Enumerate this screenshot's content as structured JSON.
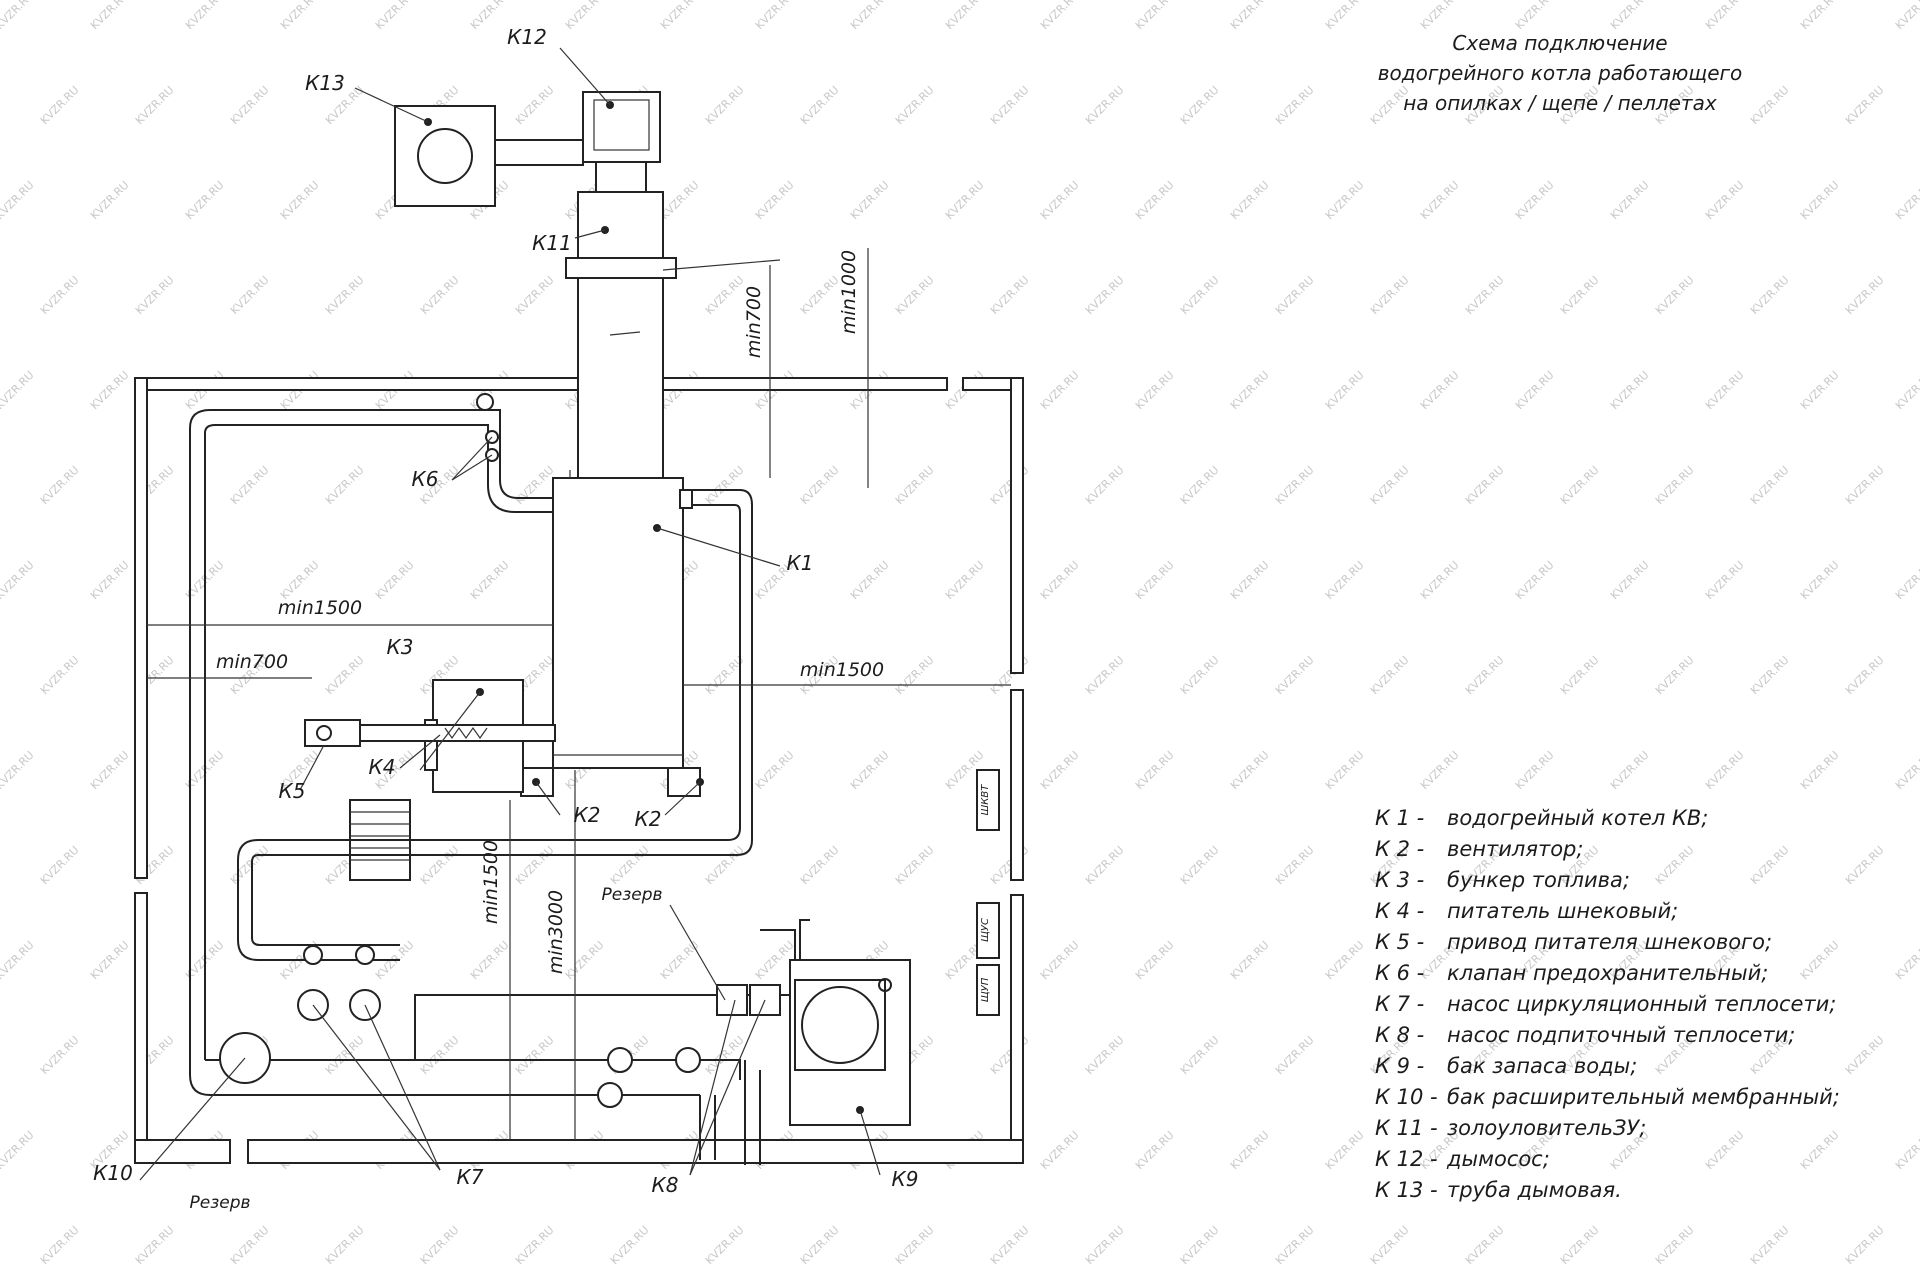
{
  "title": {
    "line1": "Схема подключение",
    "line2": "водогрейного котла работающего",
    "line3": "на опилках / щепе / пеллетах"
  },
  "watermark": "KVZR.RU",
  "labels": {
    "K1": "К1",
    "K2a": "К2",
    "K2b": "К2",
    "K3": "К3",
    "K4": "К4",
    "K5": "К5",
    "K6": "К6",
    "K7": "К7",
    "K8": "К8",
    "K9": "К9",
    "K10": "К10",
    "K11": "К11",
    "K12": "К12",
    "K13": "К13",
    "reserve_top": "Резерв",
    "reserve_bottom": "Резерв"
  },
  "dimensions": {
    "min700_chimney": "min700",
    "min1000_chimney": "min1000",
    "min1500_left": "min1500",
    "min700_left": "min700",
    "min1500_right": "min1500",
    "min1500_front": "min1500",
    "min3000": "min3000"
  },
  "panels": {
    "shkvt": "ШКВТ",
    "shus": "ЩУС",
    "shup": "ЩУП"
  },
  "legend": [
    {
      "code": "К 1 -",
      "text": "водогрейный котел КВ;"
    },
    {
      "code": "К 2 -",
      "text": "вентилятор;"
    },
    {
      "code": "К 3 -",
      "text": "бункер топлива;"
    },
    {
      "code": "К 4 -",
      "text": "питатель шнековый;"
    },
    {
      "code": "К 5 -",
      "text": "привод питателя шнекового;"
    },
    {
      "code": "К 6 -",
      "text": "клапан предохранительный;"
    },
    {
      "code": "К 7 -",
      "text": "насос циркуляционный теплосети;"
    },
    {
      "code": "К 8 -",
      "text": "насос подпиточный теплосети;"
    },
    {
      "code": "К 9 -",
      "text": "бак запаса воды;"
    },
    {
      "code": "К 10 -",
      "text": "бак расширительный мембранный;"
    },
    {
      "code": "К 11 -",
      "text": "золоуловительЗУ;"
    },
    {
      "code": "К 12 -",
      "text": "дымосос;"
    },
    {
      "code": "К 13 -",
      "text": "труба дымовая."
    }
  ]
}
